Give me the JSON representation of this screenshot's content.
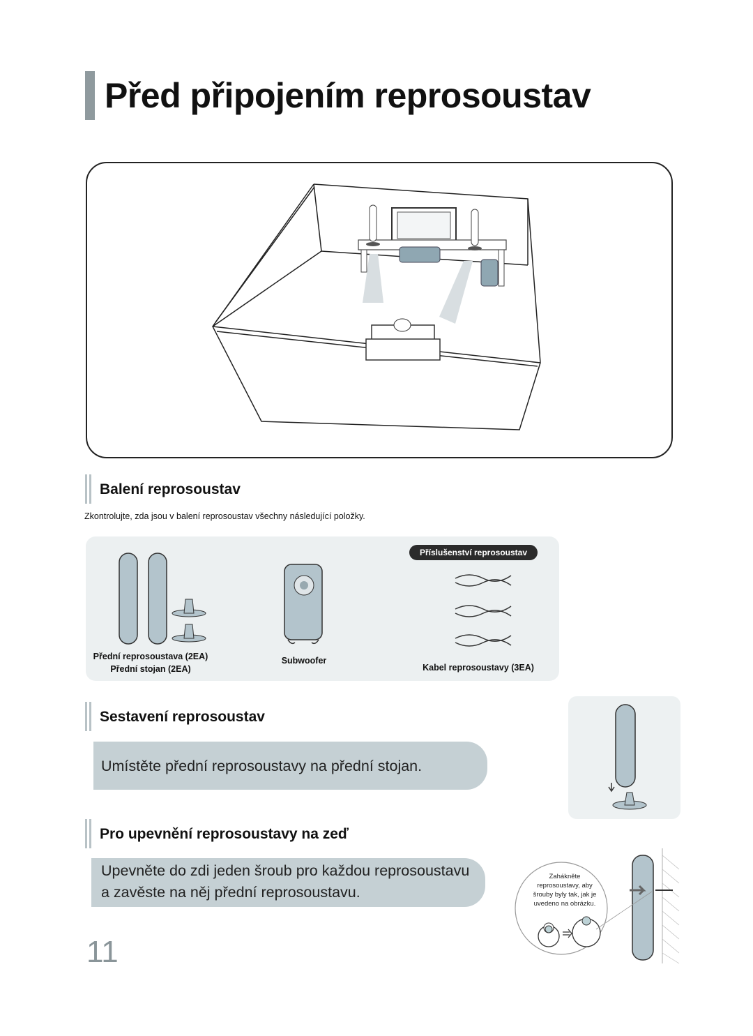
{
  "page": {
    "title": "Před připojením reprosoustav",
    "number": "11"
  },
  "packing": {
    "heading": "Balení reprosoustav",
    "intro": "Zkontrolujte, zda jsou v balení reprosoustav všechny následující položky.",
    "accessories_badge": "Příslušenství reprosoustav",
    "front_caption_1": "Přední reprosoustava (2EA)",
    "front_caption_2": "Přední stojan (2EA)",
    "subwoofer_caption": "Subwoofer",
    "cable_caption": "Kabel reprosoustavy (3EA)"
  },
  "assembly": {
    "heading": "Sestavení reprosoustav",
    "instruction": "Umístěte přední reprosoustavy na přední stojan."
  },
  "wall_mount": {
    "heading": "Pro upevnění reprosoustavy na zeď",
    "instruction_line_1": "Upevněte do zdi jeden šroub pro každou reprosoustavu",
    "instruction_line_2": "a zavěste na něj přední reprosoustavu.",
    "callout_line_1": "Zahákněte",
    "callout_line_2": "reprosoustavy, aby",
    "callout_line_3": "šrouby byly tak, jak je",
    "callout_line_4": "uvedeno na obrázku."
  },
  "colors": {
    "speaker_fill": "#b3c4cc",
    "panel_bg": "#ecf0f1",
    "band_bg": "#c5d0d4",
    "accent_bar": "#8f9a9e"
  }
}
